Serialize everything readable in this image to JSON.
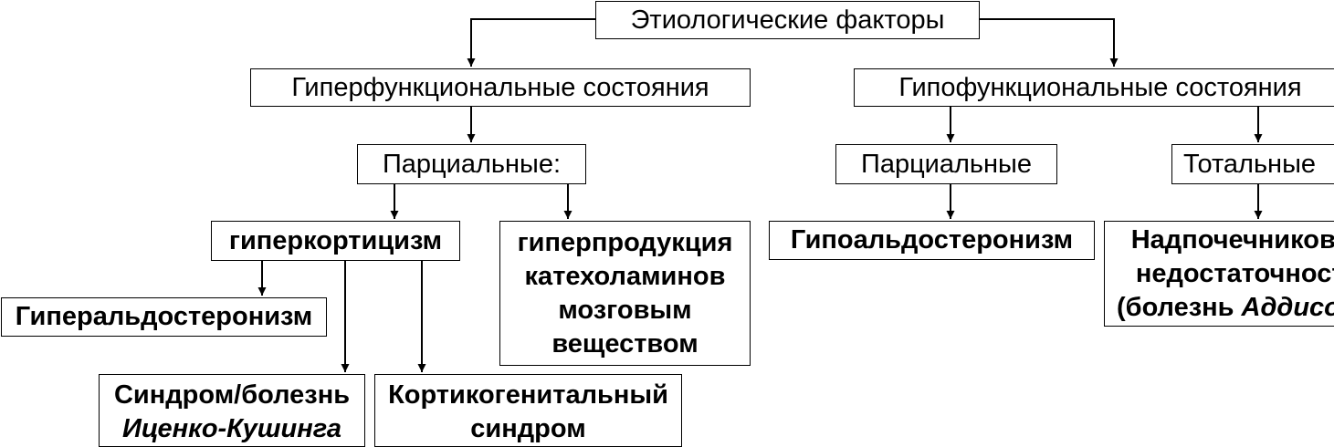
{
  "diagram": {
    "root": "Этиологические факторы",
    "hyper": {
      "title": "Гиперфункциональные состояния",
      "partial": "Парциальные:",
      "hypercorticism": "гиперкортицизм",
      "catecholamines": [
        "гиперпродукция",
        "катехоламинов",
        "мозговым",
        "веществом"
      ],
      "hyperaldosteronism": "Гиперальдостеронизм",
      "cushing": [
        "Синдром/болезнь",
        "Иценко-Кушинга"
      ],
      "corticogenital": [
        "Кортикогенитальный",
        "синдром"
      ]
    },
    "hypo": {
      "title": "Гипофункциональные состояния",
      "partial": "Парциальные",
      "total": "Тотальные",
      "hypoaldosteronism": "Гипоальдостеронизм",
      "insufficiency": {
        "line1": "Надпочечниковая",
        "line2": "недостаточность",
        "line3_prefix": "(болезнь ",
        "line3_italic": "Аддисона",
        "line3_suffix": ")"
      }
    }
  }
}
